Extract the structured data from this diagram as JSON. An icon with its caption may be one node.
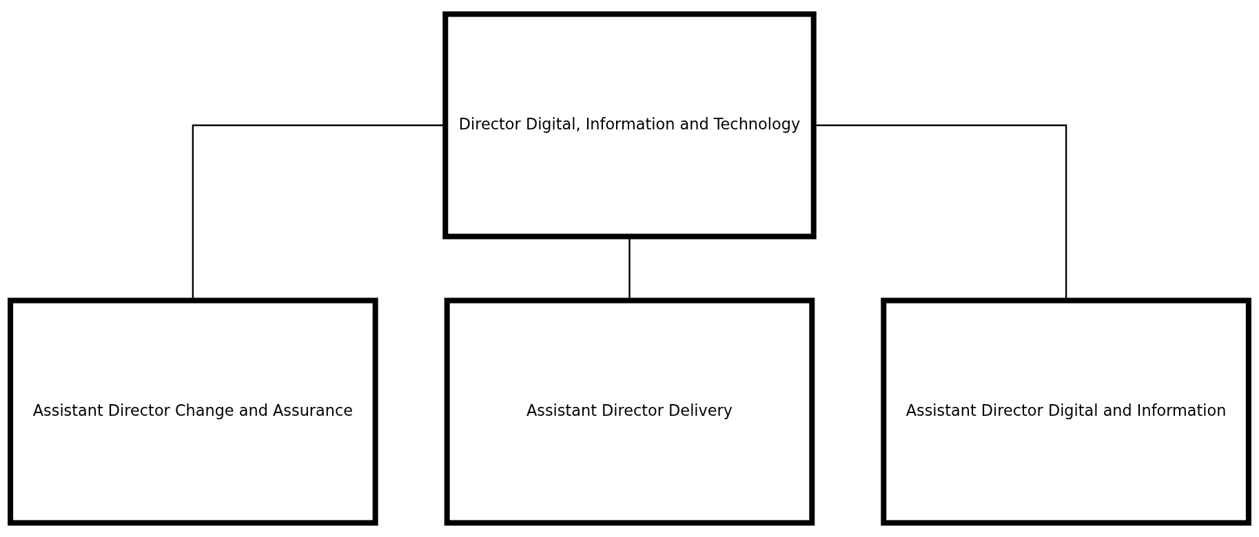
{
  "diagram": {
    "nodes": [
      {
        "text": [
          "Director Digital, Information and Technology"
        ]
      },
      {
        "text": [
          "Assistant Director Change and Assurance"
        ]
      },
      {
        "text": [
          "Assistant Director Delivery"
        ]
      },
      {
        "text": [
          "Assistant Director Digital and Information"
        ]
      }
    ],
    "edges": [
      {
        "from": 0,
        "to": 1,
        "arrow": "none"
      },
      {
        "from": 0,
        "to": 2,
        "arrow": "none"
      },
      {
        "from": 0,
        "to": 3,
        "arrow": "none"
      }
    ]
  }
}
